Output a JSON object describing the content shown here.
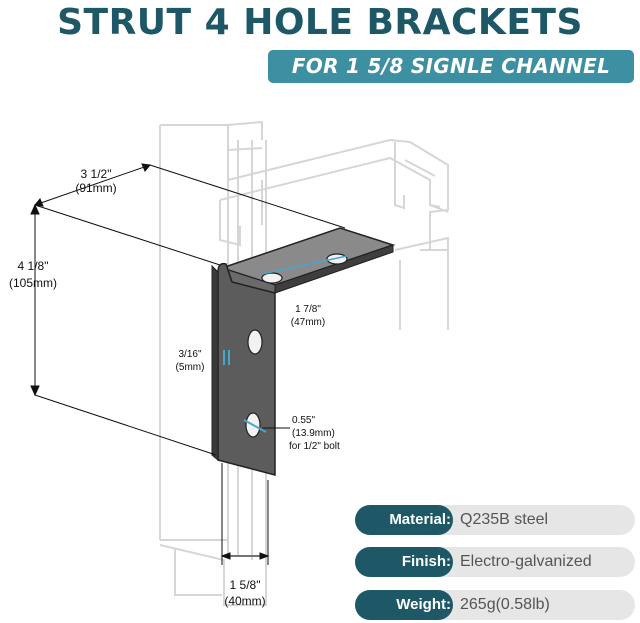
{
  "header": {
    "title": "STRUT 4 HOLE BRACKETS",
    "subtitle": "FOR 1 5/8 SIGNLE CHANNEL"
  },
  "dimensions": {
    "length_in": "3 1/2\"",
    "length_mm": "(91mm)",
    "height_in": "4 1/8\"",
    "height_mm": "(105mm)",
    "hole_spacing_in": "1 7/8\"",
    "hole_spacing_mm": "(47mm)",
    "thickness_in": "3/16\"",
    "thickness_mm": "(5mm)",
    "hole_dia_in": "0.55\"",
    "hole_dia_mm": "(13.9mm)",
    "hole_bolt": "for 1/2\" bolt",
    "width_in": "1 5/8\"",
    "width_mm": "(40mm)"
  },
  "specs": [
    {
      "label": "Material:",
      "value": "Q235B steel"
    },
    {
      "label": "Finish:",
      "value": "Electro-galvanized"
    },
    {
      "label": "Weight:",
      "value": "265g(0.58lb)"
    }
  ],
  "colors": {
    "title": "#1e5867",
    "banner": "#3d8fa2",
    "label_pill": "#1e5867",
    "value_pill": "#e6e6e6",
    "bracket": "#5c5c5c",
    "channel_outline": "#d6d6d6"
  }
}
